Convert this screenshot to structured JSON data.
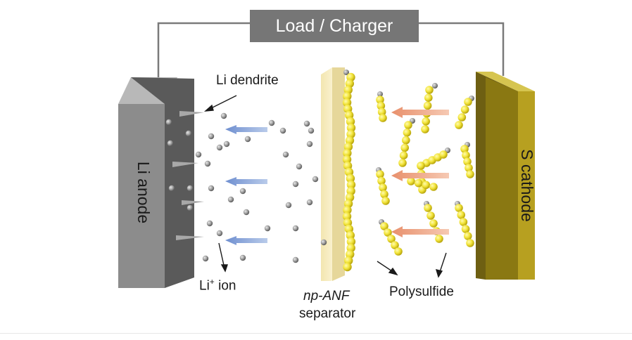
{
  "title_box": "Load / Charger",
  "labels": {
    "li_dendrite": "Li dendrite",
    "li_anode": "Li anode",
    "s_cathode": "S cathode",
    "li_ion": "Li",
    "li_ion_sup": "+",
    "li_ion_suffix": " ion",
    "separator_name": "np-ANF",
    "separator_word": "separator",
    "polysulfide": "Polysulfide"
  },
  "colors": {
    "anode_front": "#8c8c8c",
    "anode_side": "#5a5a5a",
    "cathode_front": "#b7a020",
    "cathode_side": "#6e5f12",
    "separator": "#f5ecc0",
    "sulfur": "#f2e43a",
    "li_ion": "#9a9a9a",
    "blue_arrow": "#8aa6d8",
    "orange_arrow": "#eeaa8c",
    "wire": "#7a7a7a"
  }
}
